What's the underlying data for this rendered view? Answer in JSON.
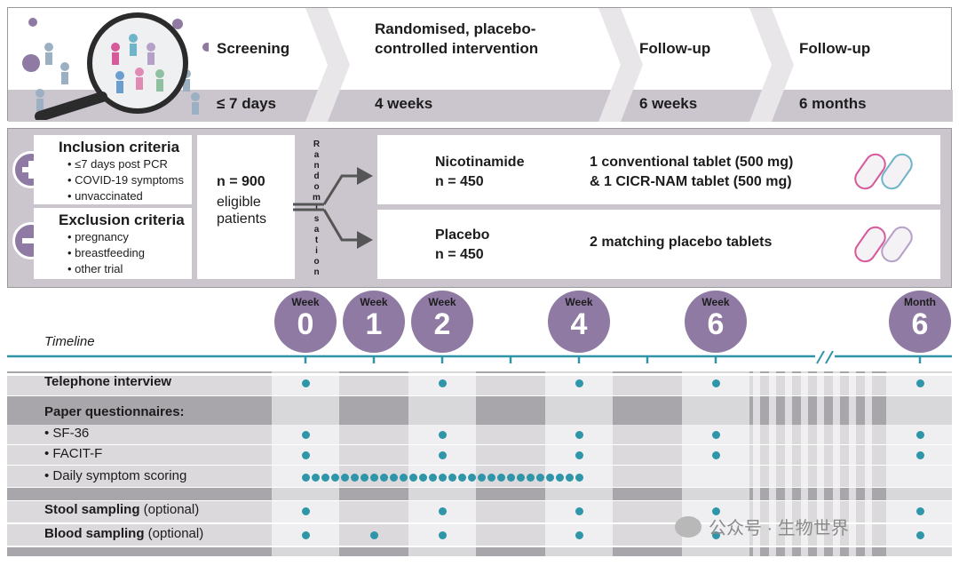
{
  "phases": [
    {
      "label": "Screening",
      "duration": "≤ 7 days"
    },
    {
      "label": "Randomised, placebo-controlled intervention",
      "duration": "4 weeks"
    },
    {
      "label": "Follow-up",
      "duration": "6 weeks"
    },
    {
      "label": "Follow-up",
      "duration": "6 months"
    }
  ],
  "inclusion": {
    "title": "Inclusion criteria",
    "items": [
      "≤7 days post PCR",
      "COVID-19 symptoms",
      "unvaccinated"
    ]
  },
  "exclusion": {
    "title": "Exclusion criteria",
    "items": [
      "pregnancy",
      "breastfeeding",
      "other trial"
    ]
  },
  "eligible": {
    "n": "n = 900",
    "label": "eligible patients"
  },
  "randomisation_label": "Randomisation",
  "arms": [
    {
      "name": "Nicotinamide",
      "n": "n = 450",
      "line1": "1 conventional tablet (500 mg)",
      "line2": "& 1 CICR-NAM tablet (500 mg)"
    },
    {
      "name": "Placebo",
      "n": "n = 450",
      "line1": "2 matching placebo tablets",
      "line2": ""
    }
  ],
  "timeline": {
    "label": "Timeline",
    "milestones": [
      {
        "unit": "Week",
        "value": "0"
      },
      {
        "unit": "Week",
        "value": "1"
      },
      {
        "unit": "Week",
        "value": "2"
      },
      {
        "unit": "Week",
        "value": "4"
      },
      {
        "unit": "Week",
        "value": "6"
      },
      {
        "unit": "Month",
        "value": "6"
      }
    ]
  },
  "rows": [
    {
      "bold": "Telephone interview",
      "normal": "",
      "bullet": false,
      "schedule": [
        1,
        0,
        1,
        1,
        1,
        1
      ]
    },
    {
      "bold": "Paper questionnaires:",
      "normal": "",
      "bullet": false,
      "schedule": []
    },
    {
      "bold": "",
      "normal": "SF-36",
      "bullet": true,
      "schedule": [
        1,
        0,
        1,
        1,
        1,
        1
      ]
    },
    {
      "bold": "",
      "normal": "FACIT-F",
      "bullet": true,
      "schedule": [
        1,
        0,
        1,
        1,
        1,
        1
      ]
    },
    {
      "bold": "",
      "normal": "Daily symptom scoring",
      "bullet": true,
      "schedule": "daily"
    },
    {
      "bold": "Stool sampling",
      "normal": " (optional)",
      "bullet": false,
      "schedule": [
        1,
        0,
        1,
        1,
        1,
        1
      ]
    },
    {
      "bold": "Blood sampling",
      "normal": " (optional)",
      "bullet": false,
      "schedule": [
        1,
        1,
        1,
        1,
        1,
        1
      ]
    }
  ],
  "watermark": "公众号 · 生物世界",
  "colors": {
    "accent": "#2e96a8",
    "purple": "#8f7aa3",
    "gray": "#a9a6ab"
  }
}
